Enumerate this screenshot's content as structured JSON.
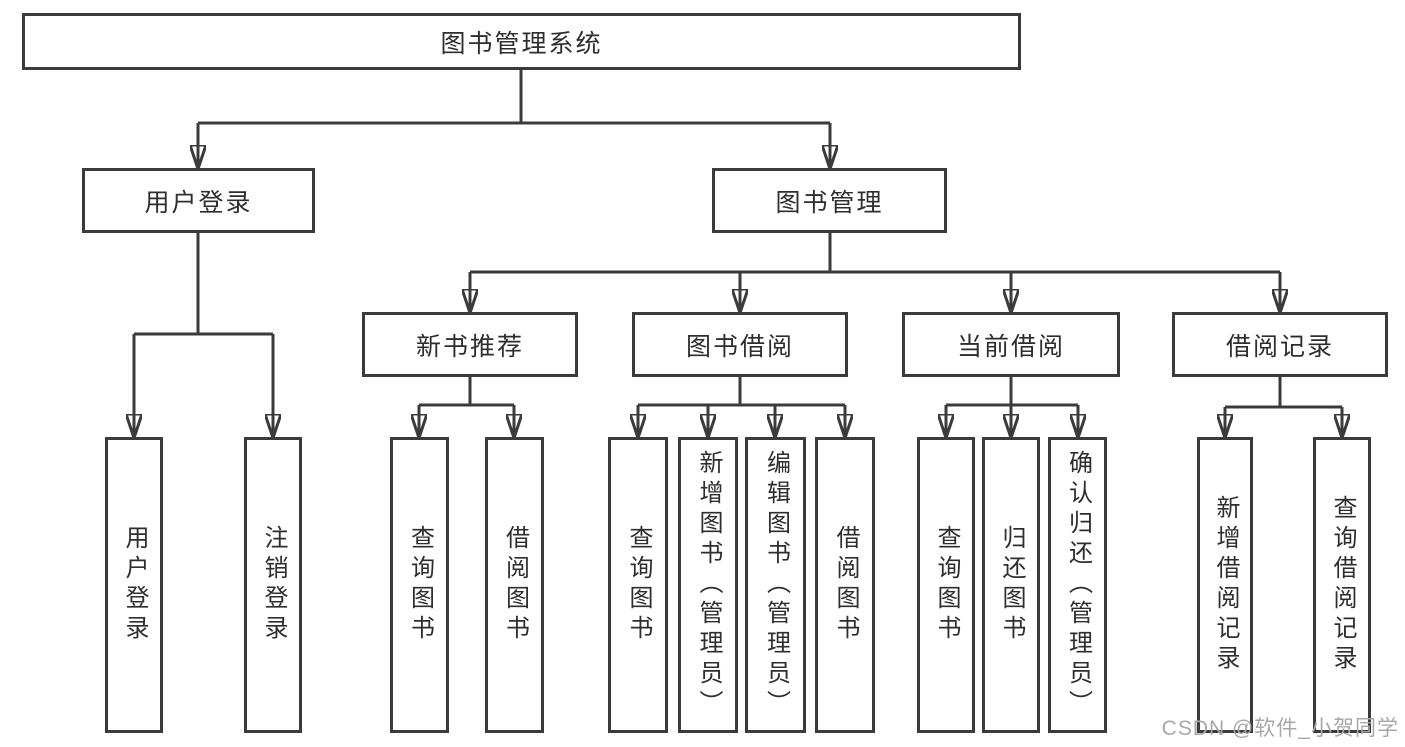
{
  "tree": {
    "root": {
      "label": "图书管理系统"
    },
    "login": {
      "label": "用户登录",
      "children": [
        {
          "label": "用户登录"
        },
        {
          "label": "注销登录"
        }
      ]
    },
    "management": {
      "label": "图书管理",
      "branches": [
        {
          "label": "新书推荐",
          "children": [
            {
              "label": "查询图书"
            },
            {
              "label": "借阅图书"
            }
          ]
        },
        {
          "label": "图书借阅",
          "children": [
            {
              "label": "查询图书"
            },
            {
              "label": "新增图书（管理员）"
            },
            {
              "label": "编辑图书（管理员）"
            },
            {
              "label": "借阅图书"
            }
          ]
        },
        {
          "label": "当前借阅",
          "children": [
            {
              "label": "查询图书"
            },
            {
              "label": "归还图书"
            },
            {
              "label": "确认归还（管理员）"
            }
          ]
        },
        {
          "label": "借阅记录",
          "children": [
            {
              "label": "新增借阅记录"
            },
            {
              "label": "查询借阅记录"
            }
          ]
        }
      ]
    }
  },
  "watermark": {
    "text": "CSDN @软件_小贺同学"
  },
  "colors": {
    "line": "#3b3b3b",
    "box_border": "#3b3b3b",
    "text": "#2e2e2e",
    "watermark": "#a8a8a8",
    "background": "#ffffff"
  }
}
